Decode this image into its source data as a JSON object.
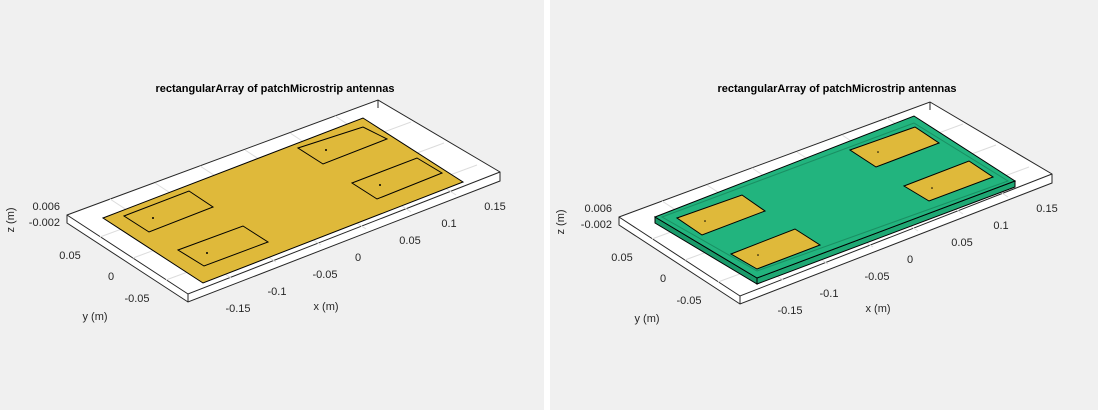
{
  "colors": {
    "metal": "#dfb93a",
    "substrate": "#22b47e",
    "background": "#f0f0f0"
  },
  "chart_data": [
    {
      "type": "3d-geometry",
      "title": "rectangularArray of patchMicrostrip antennas",
      "xlabel": "x (m)",
      "ylabel": "y (m)",
      "zlabel": "z (m)",
      "xticks": [
        "-0.15",
        "-0.1",
        "-0.05",
        "0",
        "0.05",
        "0.1",
        "0.15"
      ],
      "yticks": [
        "-0.05",
        "0",
        "0.05"
      ],
      "zticks": [
        "-0.002",
        "0.006"
      ],
      "elements": 4,
      "substrate_shown": false
    },
    {
      "type": "3d-geometry",
      "title": "rectangularArray of patchMicrostrip antennas",
      "xlabel": "x (m)",
      "ylabel": "y (m)",
      "zlabel": "z (m)",
      "xticks": [
        "-0.15",
        "-0.1",
        "-0.05",
        "0",
        "0.05",
        "0.1",
        "0.15"
      ],
      "yticks": [
        "-0.05",
        "0",
        "0.05"
      ],
      "zticks": [
        "-0.002",
        "0.006"
      ],
      "elements": 4,
      "substrate_shown": true
    }
  ]
}
